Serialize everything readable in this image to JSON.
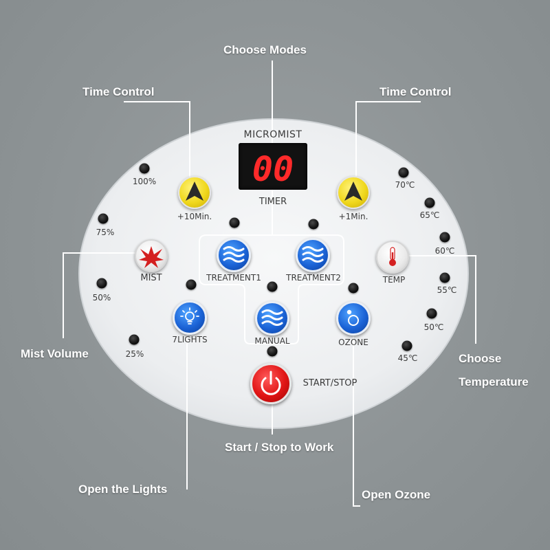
{
  "callouts": {
    "choose_modes": "Choose Modes",
    "time_control_left": "Time Control",
    "time_control_right": "Time Control",
    "mist_volume": "Mist Volume",
    "choose": "Choose",
    "temperature": "Temperature",
    "start_stop_work": "Start / Stop to Work",
    "open_lights": "Open the Lights",
    "open_ozone": "Open Ozone"
  },
  "panel": {
    "brand": "MICROMIST",
    "timer_label": "TIMER",
    "display_value": "00",
    "display_color": "#ff2a2a"
  },
  "buttons": {
    "plus10": {
      "label": "+10Min.",
      "icon": "up-arrow-icon"
    },
    "plus1": {
      "label": "+1Min.",
      "icon": "up-arrow-icon"
    },
    "mist": {
      "label": "MIST",
      "icon": "mist-icon"
    },
    "treatment1": {
      "label": "TREATMENT1",
      "icon": "waves-icon"
    },
    "treatment2": {
      "label": "TREATMENT2",
      "icon": "waves-icon"
    },
    "temp": {
      "label": "TEMP",
      "icon": "thermometer-icon"
    },
    "lights": {
      "label": "7LIGHTS",
      "icon": "lightbulb-icon"
    },
    "manual": {
      "label": "MANUAL",
      "icon": "waves-icon"
    },
    "ozone": {
      "label": "OZONE",
      "icon": "ozone-icon"
    },
    "startstop": {
      "label": "START/STOP",
      "icon": "power-icon"
    }
  },
  "mist_levels": [
    "100%",
    "75%",
    "50%",
    "25%"
  ],
  "temperatures": [
    "70℃",
    "65℃",
    "60℃",
    "55℃",
    "50℃",
    "45℃"
  ],
  "colors": {
    "background": "#8c9294",
    "panel": "#eef0f2",
    "blue_button": "#1b63d6",
    "yellow_button": "#f0d81d",
    "red_button": "#e01414",
    "callout_text": "#ffffff"
  }
}
